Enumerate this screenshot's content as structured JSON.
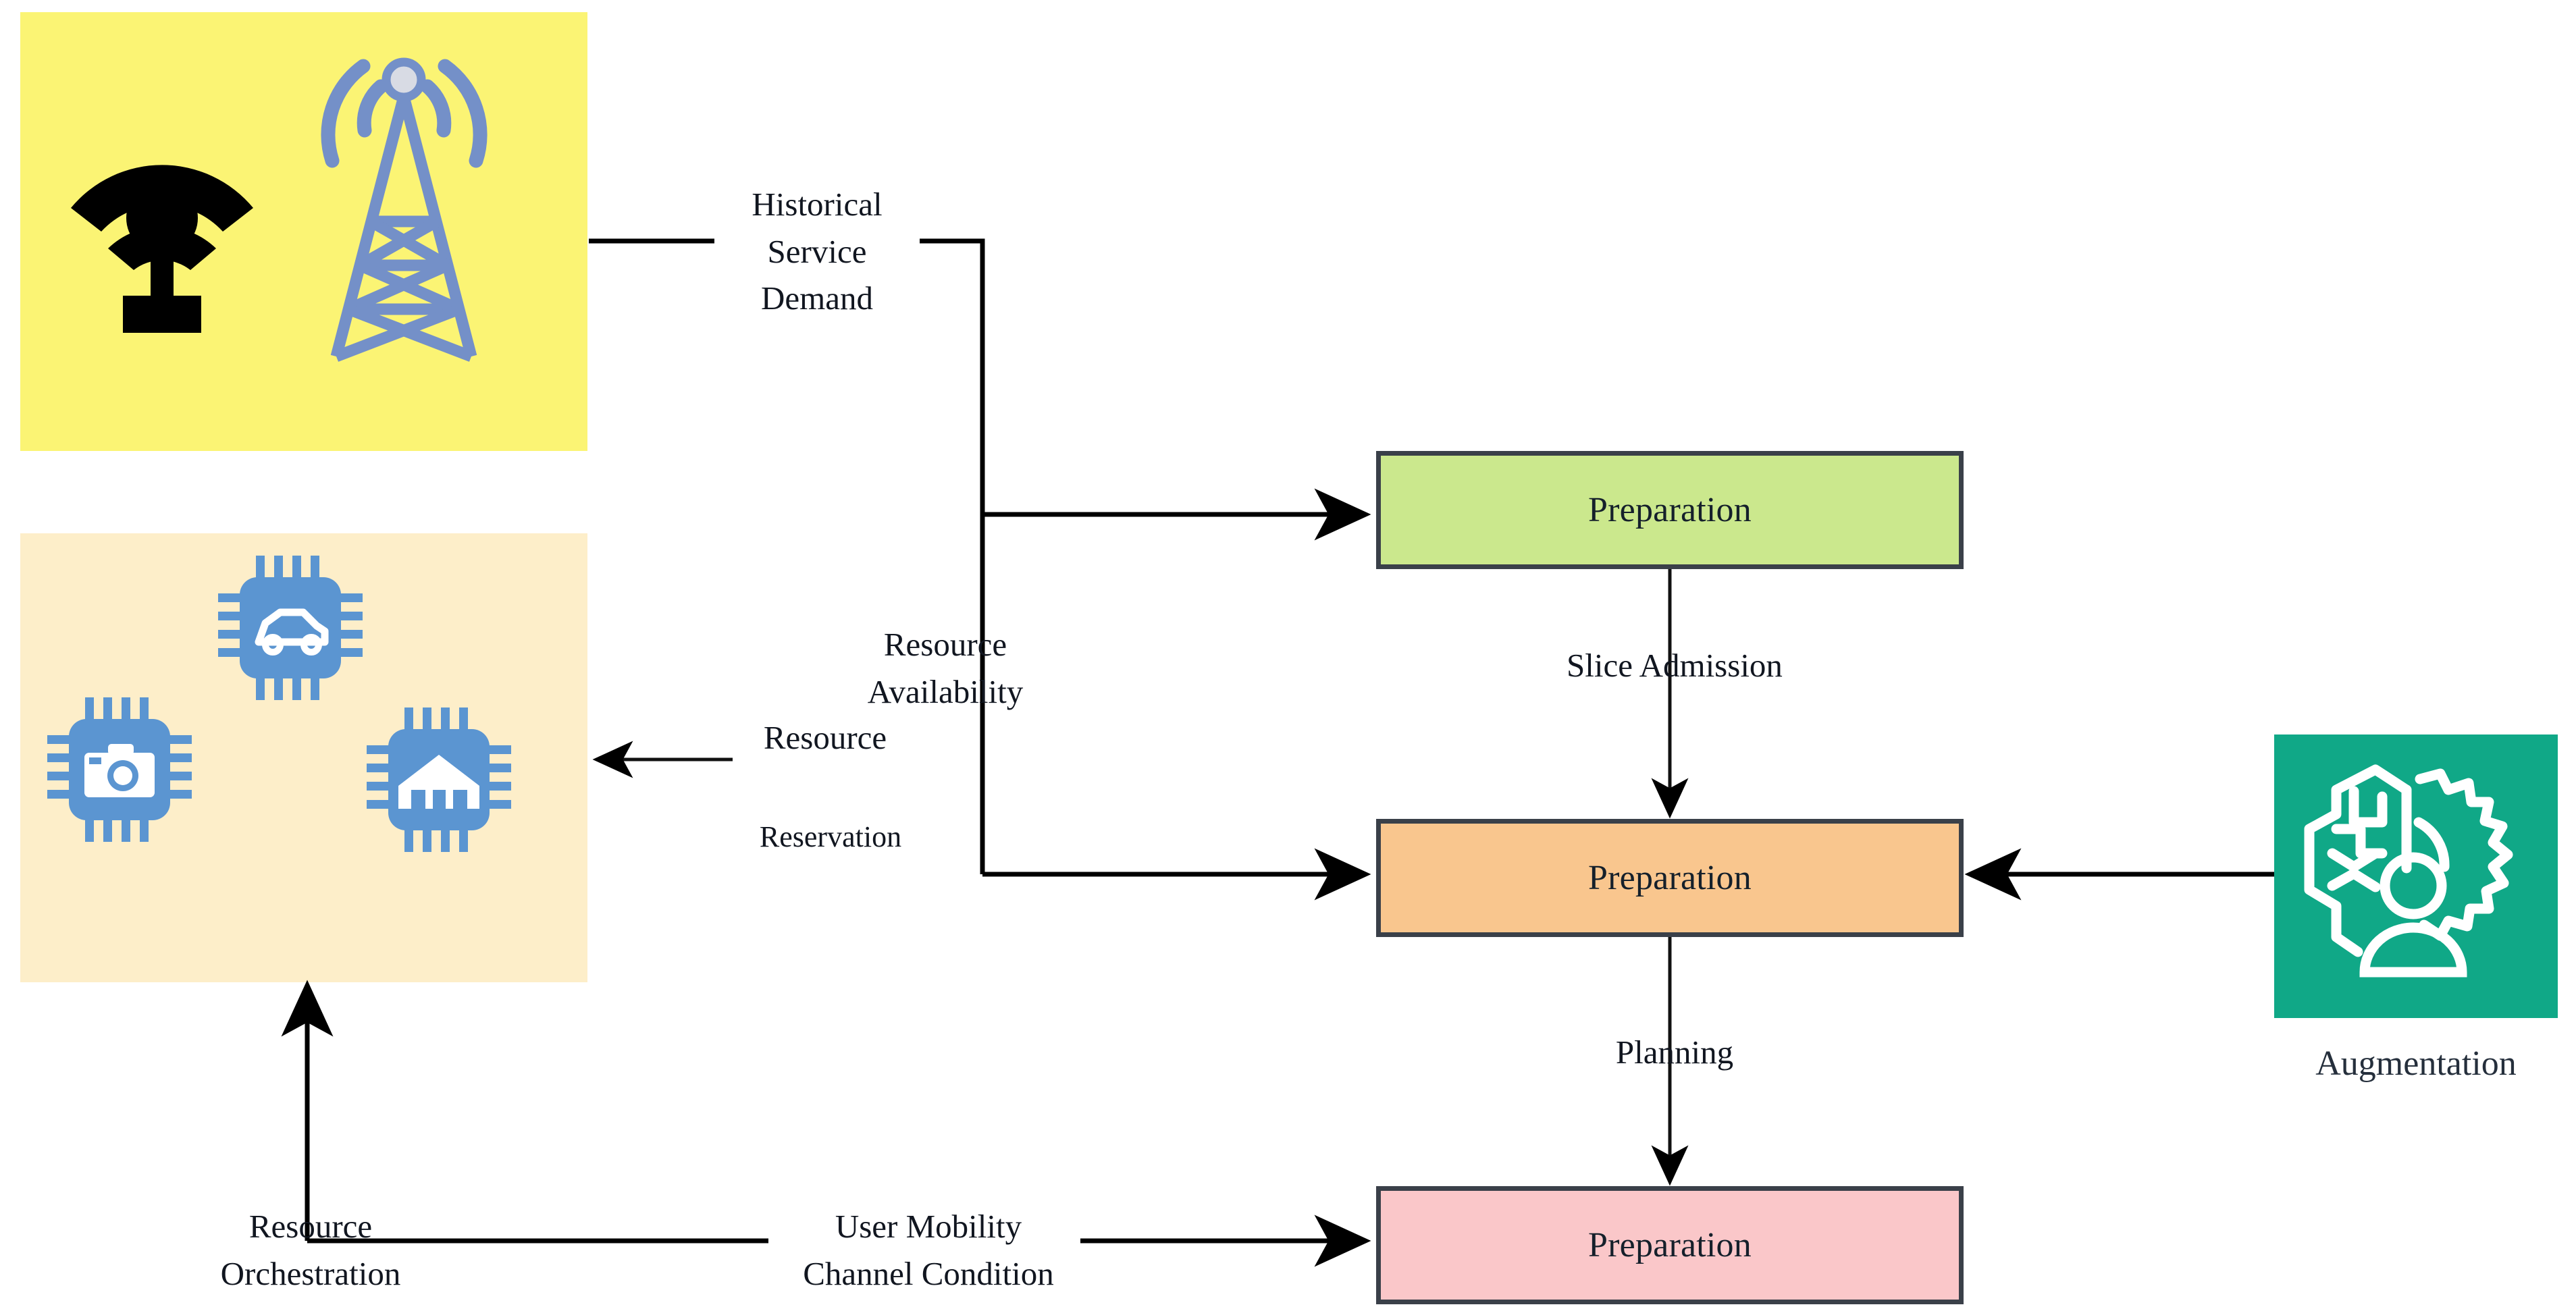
{
  "diagram": {
    "title": "Network Slicing Resource Management Flow",
    "background": "#ffffff"
  },
  "sources": {
    "radio_access": {
      "name": "radio-access-network-panel",
      "icon_names": [
        "broadcast-signal-icon",
        "cell-tower-icon"
      ],
      "background": "#fbf474",
      "tower_color": "#7490c8",
      "signal_color": "#000000"
    },
    "iot_devices": {
      "name": "iot-device-panel",
      "background": "#fdeec9",
      "chip_color": "#5b95d1",
      "chips": [
        {
          "label": "vehicle-chip",
          "glyph": "car-icon"
        },
        {
          "label": "camera-chip",
          "glyph": "camera-icon"
        },
        {
          "label": "home-chip",
          "glyph": "house-icon"
        }
      ]
    },
    "ai_augmentation": {
      "name": "ai-augmentation-panel",
      "background": "#10a887",
      "icon_names": [
        "brain-gear-person-icon"
      ],
      "caption": "Augmentation",
      "caption_color": "#252f3c"
    }
  },
  "process_boxes": [
    {
      "id": "green",
      "label": "Preparation",
      "fill": "#cbe88d",
      "border": "#3a4049"
    },
    {
      "id": "orange",
      "label": "Preparation",
      "fill": "#f9c68e",
      "border": "#3a4049"
    },
    {
      "id": "pink",
      "label": "Preparation",
      "fill": "#fac7c9",
      "border": "#3a4049"
    }
  ],
  "edge_labels": {
    "historical_service_demand": {
      "line1": "Historical",
      "line2": "Service",
      "line3": "Demand"
    },
    "resource_availability": {
      "line1": "Resource",
      "line2": "Availability"
    },
    "resource_reservation": {
      "line1": "Resource",
      "line2": "Reservation"
    },
    "slice_admission": "Slice Admission",
    "planning": "Planning",
    "resource_orchestration": {
      "line1": "Resource",
      "line2": "Orchestration"
    },
    "user_mobility_channel_condition": {
      "line1": "User Mobility",
      "line2": "Channel Condition"
    }
  },
  "colors": {
    "wire": "#000000",
    "text": "#111620",
    "yellow_panel": "#fbf474",
    "beige_panel": "#fdeec9",
    "teal_panel": "#10a887",
    "green_box": "#cbe88d",
    "orange_box": "#f9c68e",
    "pink_box": "#fac7c9",
    "box_border": "#3a4049"
  }
}
